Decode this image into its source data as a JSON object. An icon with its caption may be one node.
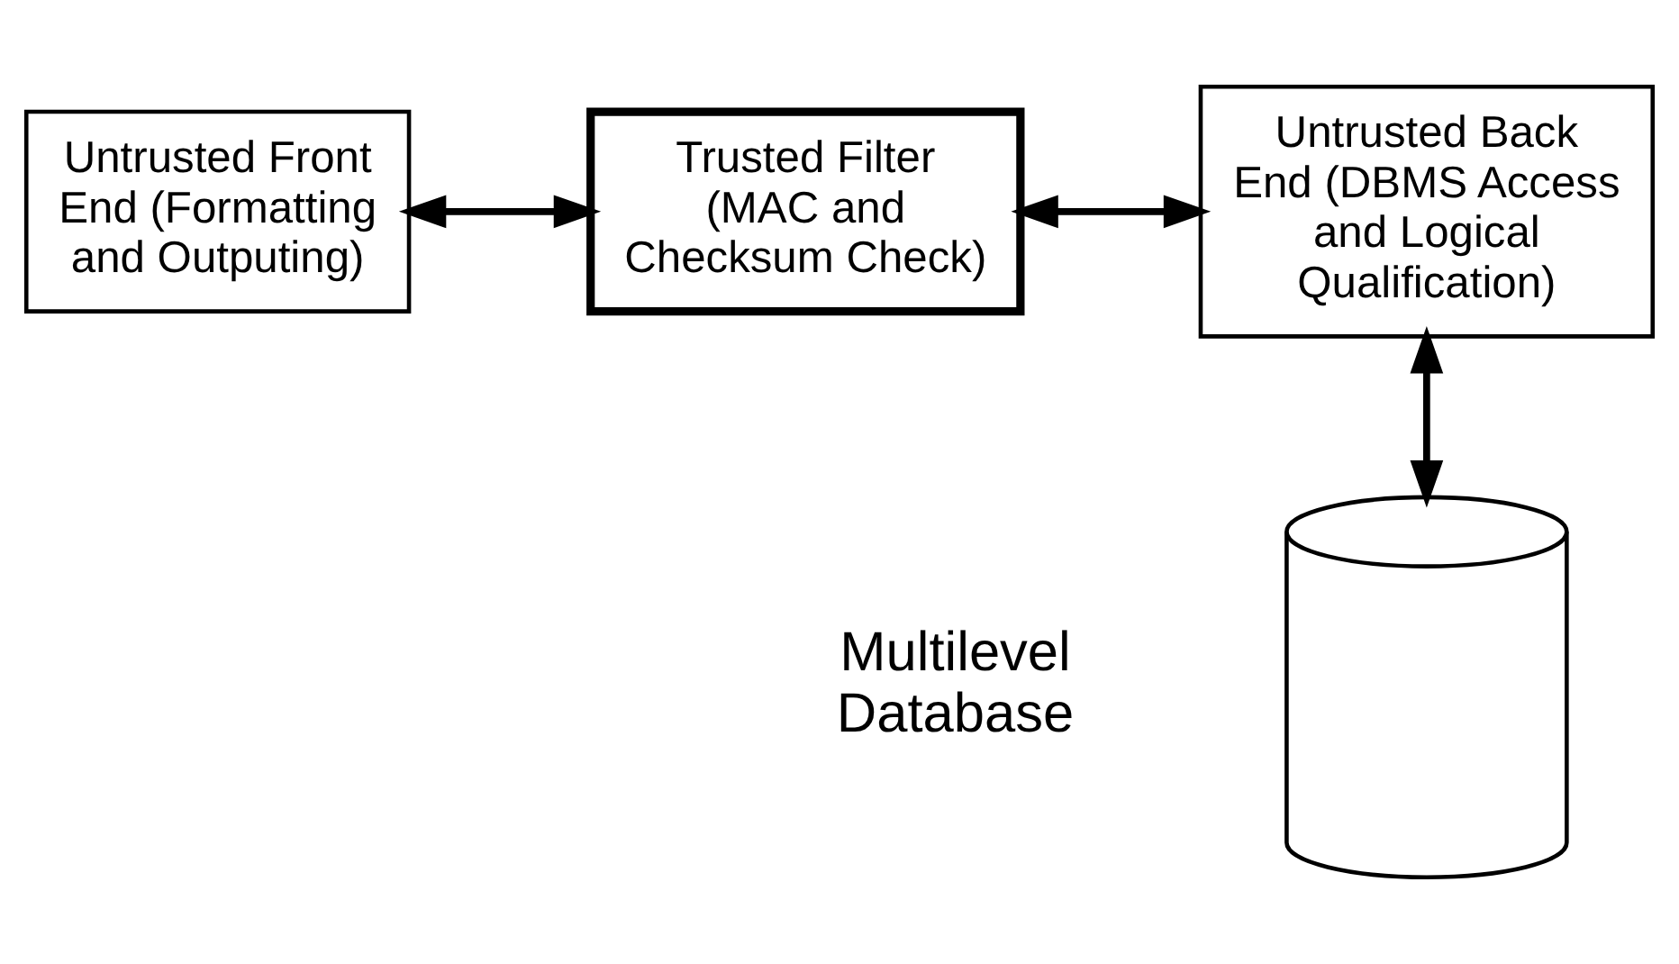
{
  "diagram": {
    "nodes": [
      {
        "text": [
          "Untrusted Front End (Formatting and Outputing)"
        ]
      },
      {
        "text": [
          "Trusted Filter (MAC and Checksum Check)"
        ]
      },
      {
        "text": [
          "Untrusted Back End (DBMS Access and Logical Qualification)"
        ]
      },
      {
        "text": [],
        "shape": "cylinder",
        "beside": [
          "Multilevel Database"
        ]
      }
    ],
    "edges": [
      {
        "from": 0,
        "to": 1,
        "arrow": "both"
      },
      {
        "from": 1,
        "to": 2,
        "arrow": "both"
      },
      {
        "from": 2,
        "to": 3,
        "arrow": "both"
      }
    ]
  }
}
